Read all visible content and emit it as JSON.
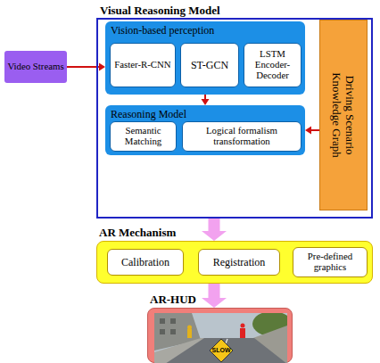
{
  "diagram": {
    "nodes": [
      {
        "text": [
          "Visual Reasoning Model"
        ]
      },
      {
        "text": [
          "Vision-based perception"
        ],
        "in": 0
      },
      {
        "text": [
          "Faster-R-CNN"
        ],
        "in": 1
      },
      {
        "text": [
          "ST-GCN"
        ],
        "in": 1
      },
      {
        "text": [
          "LSTM Encoder-Decoder"
        ],
        "in": 1
      },
      {
        "text": [
          "Driving Scenario Knowledge Graph"
        ],
        "in": 0
      },
      {
        "text": [
          "Reasoning Model"
        ],
        "in": 0
      },
      {
        "text": [
          "Semantic Matching"
        ],
        "in": 6
      },
      {
        "text": [
          "Logical formalism transformation"
        ],
        "in": 6
      },
      {
        "text": [
          "Video Streams"
        ]
      },
      {
        "text": [
          "AR Mechanism"
        ]
      },
      {
        "text": [
          "Calibration"
        ],
        "in": 10
      },
      {
        "text": [
          "Registration"
        ],
        "in": 10
      },
      {
        "text": [
          "Pre-defined graphics"
        ],
        "in": 10
      },
      {
        "text": [
          "AR-HUD"
        ]
      }
    ],
    "edges": [
      {
        "from": 9,
        "to": 1,
        "arrow": "to"
      },
      {
        "from": 1,
        "to": 6,
        "arrow": "to"
      },
      {
        "from": 5,
        "to": 6,
        "arrow": "to"
      },
      {
        "from": 0,
        "to": 10,
        "arrow": "to"
      },
      {
        "from": 10,
        "to": 14,
        "arrow": "to"
      }
    ],
    "labels": [
      "SLOW"
    ]
  }
}
